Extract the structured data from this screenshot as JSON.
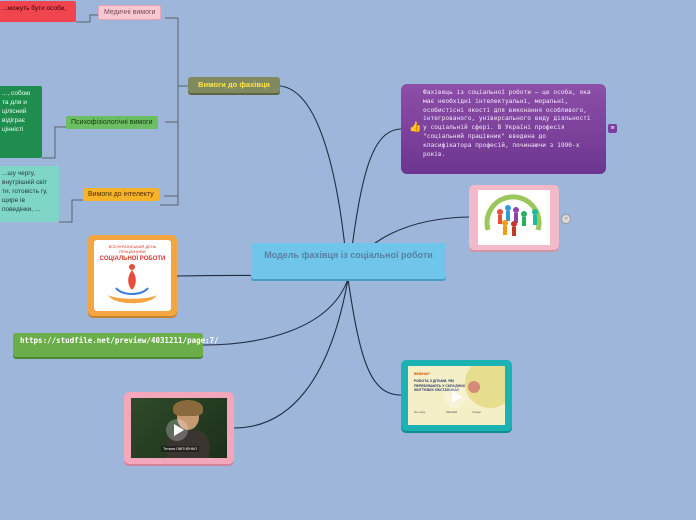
{
  "central": {
    "title": "Модель фахівця із соціальної роботи"
  },
  "branch_requirements": {
    "title": "Вимоги до фахівця",
    "subtopics": {
      "medical": "Медичні вимоги",
      "psycho": "Психофізіологічні вимоги",
      "intellect": "Вимоги до інтелекту"
    },
    "notes": {
      "medical": "...можуть бути особи,",
      "psycho": "..., собою та для и цілісний відіграє цінністі",
      "intellect": "...шу чергу, внутрішній світ ти, готовість гу, щире ів поведінки, ..."
    }
  },
  "definition": {
    "text": "Фахівець із соціальної роботи — це особа, яка має необхідні інтелектуальні, моральні, особистісні якості для виконання особливого, інтегрованого, універсального виду діяльності у соціальній сфері. В Україні професія \"соціальний працівник\" введена до класифікатора професій, починаючи з 1990-х років.",
    "icon": "thumbs-up-icon",
    "note_icon": "note-icon"
  },
  "logo_image": {
    "arc_text": "ВСЕУКРАЇНСЬКИЙ ДЕНЬ ПРАЦІВНИКІВ",
    "main_text": "СОЦІАЛЬНОЇ РОБОТИ"
  },
  "link": {
    "url": "https://studfile.net/preview/4031211/page:7/"
  },
  "video_lecture": {
    "caption": "РОБОТА З ДІТЬМИ, ЯКІ ПЕРЕБУВАЮТЬ У СКЛАДНИХ ЖИТТЄВИХ ОБСТАВИНАХ",
    "tag": "ВЕБІНАР",
    "footer_left": "На тему",
    "footer_mid": "ЛЕКЦІЯ",
    "footer_right": "Спікер"
  },
  "video_person": {
    "caption": "Тетяна ЛИПЧЕНКО"
  },
  "colors": {
    "background": "#9db6d9",
    "central": "#6fc6ea",
    "definition": "#7a3f9c",
    "links": "#1f2d45"
  }
}
